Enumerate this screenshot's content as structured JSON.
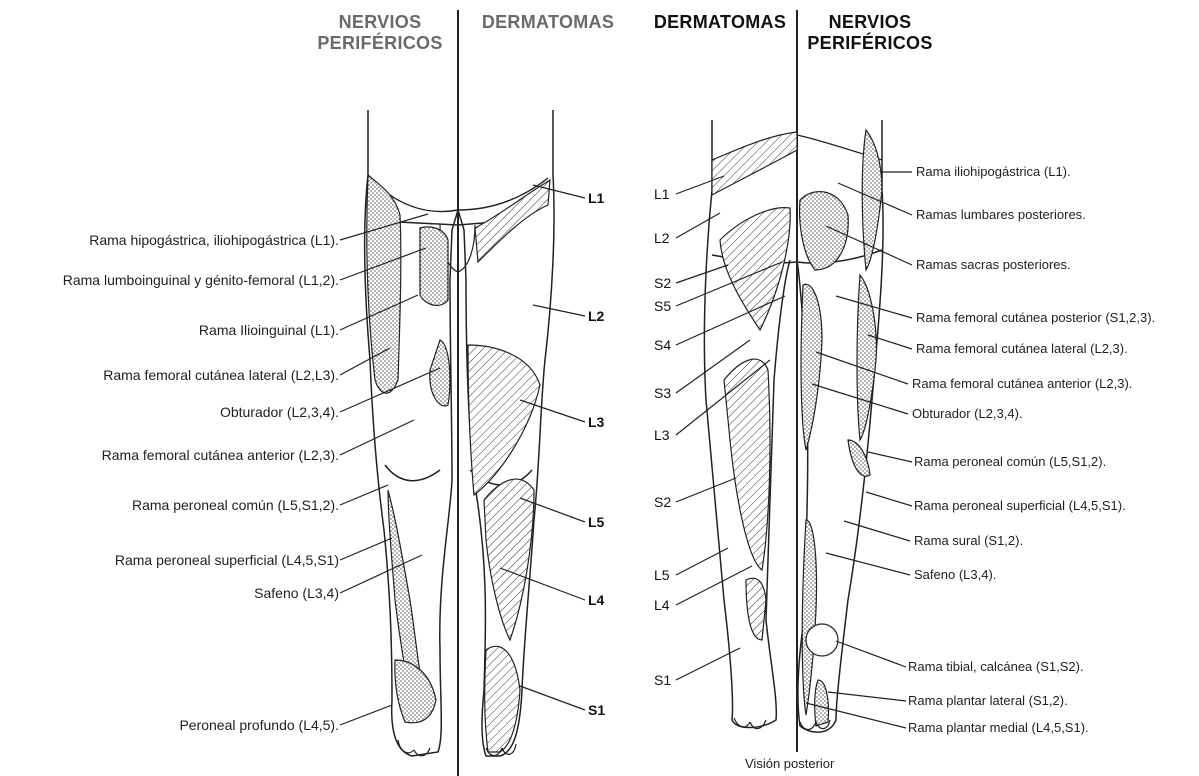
{
  "headers": {
    "left_nerves": "NERVIOS\nPERIFÉRICOS",
    "left_dermatomes": "DERMATOMAS",
    "right_dermatomes": "DERMATOMAS",
    "right_nerves": "NERVIOS\nPERIFÉRICOS"
  },
  "left_nerve_labels": [
    "Rama hipogástrica, iliohipogástrica (L1).",
    "Rama lumboinguinal y génito-femoral (L1,2).",
    "Rama Ilioinguinal (L1).",
    "Rama femoral cutánea lateral (L2,L3).",
    "Obturador (L2,3,4).",
    "Rama femoral cutánea anterior (L2,3).",
    "Rama peroneal común (L5,S1,2).",
    "Rama peroneal superficial (L4,5,S1)",
    "Safeno (L3,4)",
    "Peroneal profundo (L4,5)."
  ],
  "left_dermatome_codes": [
    "L1",
    "L2",
    "L3",
    "L5",
    "L4",
    "S1"
  ],
  "right_dermatome_codes": [
    "L1",
    "L2",
    "S2",
    "S5",
    "S4",
    "S3",
    "L3",
    "S2",
    "L5",
    "L4",
    "S1"
  ],
  "right_nerve_labels": [
    "Rama iliohipogástrica (L1).",
    "Ramas lumbares posteriores.",
    "Ramas sacras posteriores.",
    "Rama femoral cutánea posterior (S1,2,3).",
    "Rama femoral cutánea lateral (L2,3).",
    "Rama femoral cutánea anterior (L2,3).",
    "Obturador (L2,3,4).",
    "Rama peroneal común (L5,S1,2).",
    "Rama peroneal superficial (L4,5,S1).",
    "Rama sural (S1,2).",
    "Safeno (L3,4).",
    "Rama tibial, calcánea (S1,S2).",
    "Rama plantar lateral (S1,2).",
    "Rama plantar medial (L4,5,S1)."
  ],
  "caption": "Visión posterior"
}
